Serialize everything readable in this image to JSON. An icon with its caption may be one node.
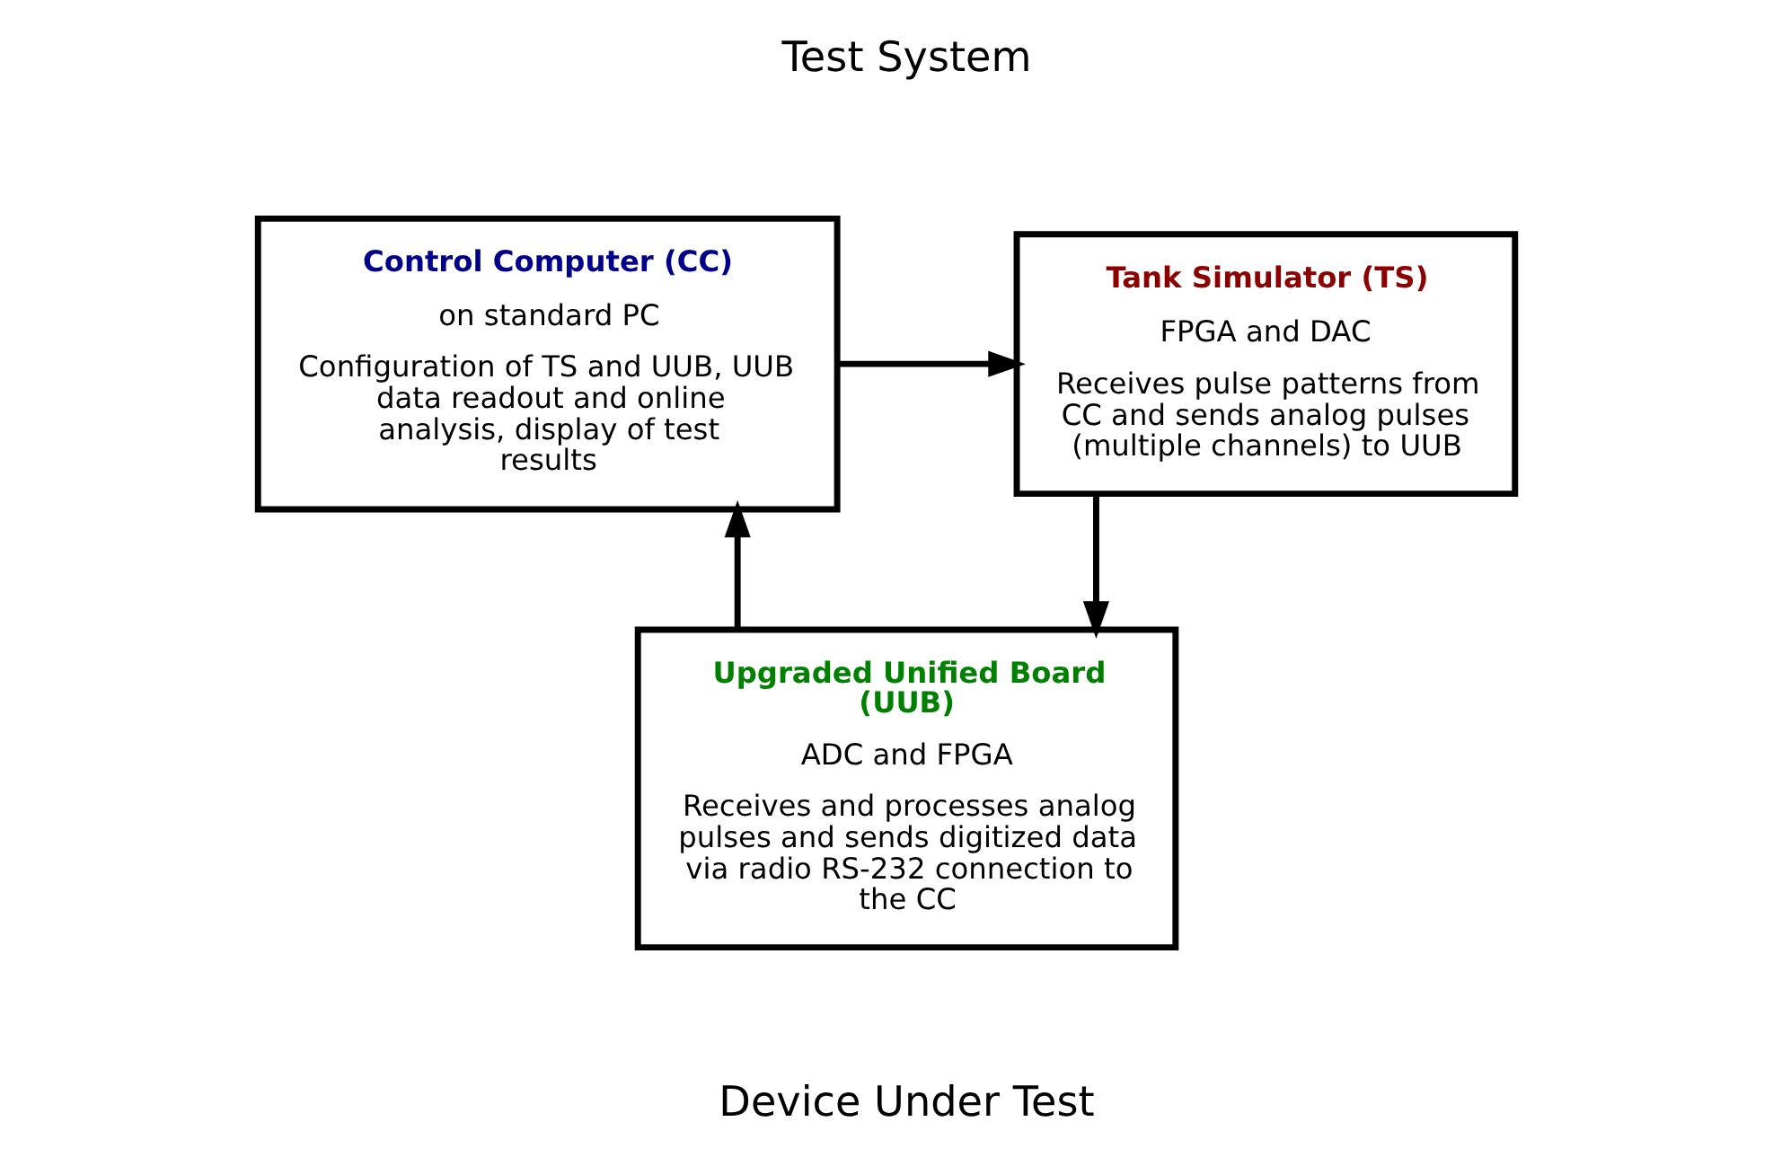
{
  "diagram": {
    "nodes": [
      {
        "text": [
          "Tank Simulator (TS)",
          "FPGA and DAC",
          "Receives pulse patterns from CC and sends analog pulses (multiple channels) to UUB"
        ]
      },
      {
        "text": [
          "Control Computer (CC)",
          "on standard PC",
          "Configuration of TS and UUB, UUB data readout and online analysis, display of test results"
        ]
      },
      {
        "text": [
          "Upgraded Unified Board (UUB)",
          "ADC and FPGA",
          "Receives and processes analog pulses and sends digitized data via radio RS-232 connection to the CC"
        ]
      }
    ],
    "edges": [
      {
        "from": 1,
        "to": 0,
        "arrow": "to"
      },
      {
        "from": 0,
        "to": 2,
        "arrow": "to"
      },
      {
        "from": 2,
        "to": 1,
        "arrow": "to"
      }
    ],
    "labels": [
      "Test System",
      "Device Under Test"
    ]
  }
}
